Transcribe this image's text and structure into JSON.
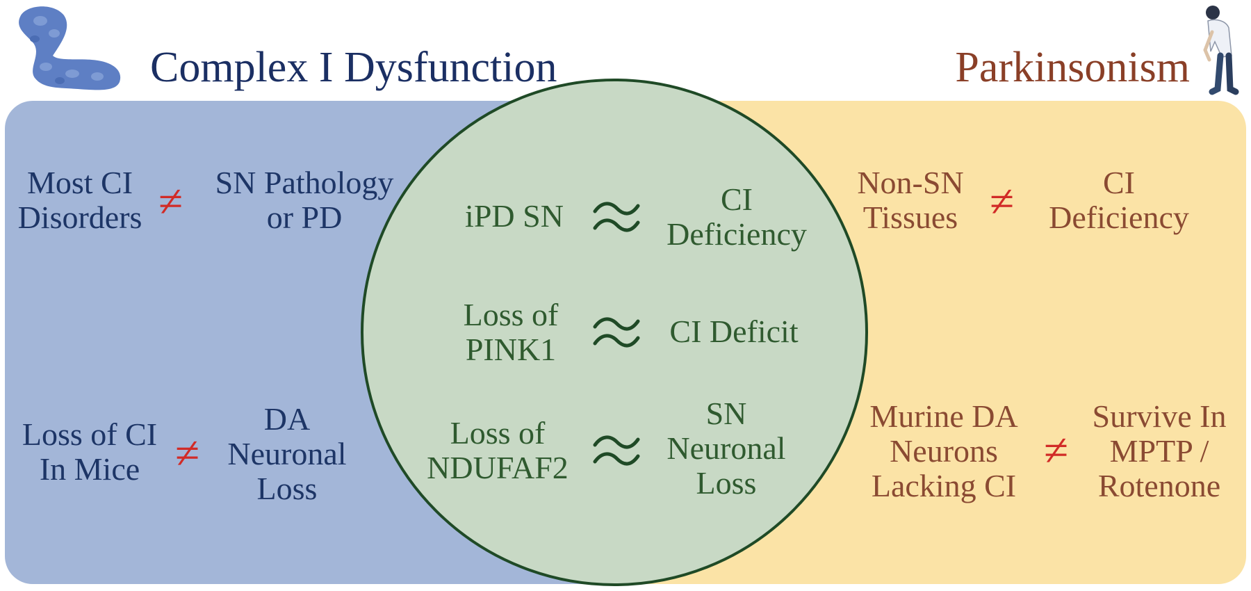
{
  "headers": {
    "left_title": "Complex I Dysfunction",
    "right_title": "Parkinsonism"
  },
  "symbols": {
    "not_equal": "≠"
  },
  "left_region": {
    "rows": [
      {
        "a": "Most CI\nDisorders",
        "b": "SN Pathology\nor PD"
      },
      {
        "a": "Loss of CI\nIn Mice",
        "b": "DA\nNeuronal\nLoss"
      }
    ]
  },
  "center_region": {
    "rows": [
      {
        "a": "iPD SN",
        "b": "CI\nDeficiency"
      },
      {
        "a": "Loss of\nPINK1",
        "b": "CI Deficit"
      },
      {
        "a": "Loss of\nNDUFAF2",
        "b": "SN\nNeuronal\nLoss"
      }
    ]
  },
  "right_region": {
    "rows": [
      {
        "a": "Non-SN\nTissues",
        "b": "CI\nDeficiency"
      },
      {
        "a": "Murine DA\nNeurons\nLacking CI",
        "b": "Survive In\nMPTP /\nRotenone"
      }
    ]
  },
  "colors": {
    "left_bg": "#a3b6d8",
    "right_bg": "#fbe3a6",
    "center_bg": "#c8d9c5",
    "center_border": "#1f4a26",
    "left_text": "#1d3566",
    "center_text": "#2f5a2f",
    "right_text": "#8a4a32",
    "not_equal": "#d12b27"
  },
  "icons": {
    "left": "brain-tissue-icon",
    "right": "stooped-person-icon"
  }
}
